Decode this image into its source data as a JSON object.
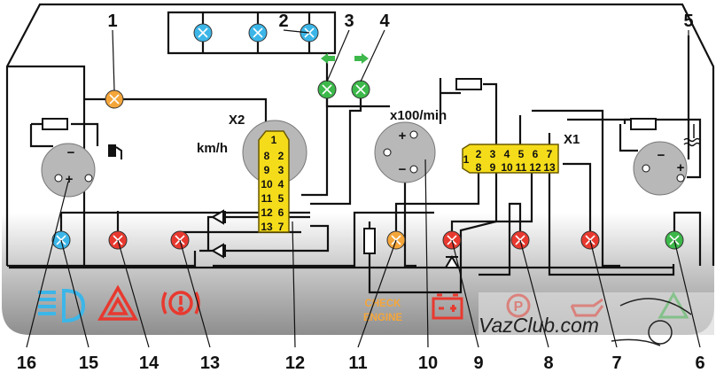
{
  "title": "Instrument cluster wiring diagram",
  "labels": {
    "connector_x2": "X2",
    "connector_x1": "X1",
    "speedometer_unit": "km/h",
    "tachometer_unit": "x100/min",
    "check_engine_line1": "CHECK",
    "check_engine_line2": "ENGINE",
    "watermark": "VazClub.com",
    "plus": "+",
    "minus": "−"
  },
  "x2_pins": [
    "1",
    "8",
    "2",
    "9",
    "3",
    "10",
    "4",
    "11",
    "5",
    "12",
    "6",
    "13",
    "7"
  ],
  "x1_pins": [
    "1",
    "2",
    "3",
    "4",
    "5",
    "6",
    "7",
    "8",
    "9",
    "10",
    "11",
    "12",
    "13"
  ],
  "callouts_top": [
    "1",
    "2",
    "3",
    "4",
    "5"
  ],
  "callouts_bottom": [
    "16",
    "15",
    "14",
    "13",
    "12",
    "11",
    "10",
    "9",
    "8",
    "7",
    "6"
  ],
  "colors": {
    "blue": "#3cb6e8",
    "orange": "#f5a63a",
    "green": "#3db84a",
    "red": "#e8392f",
    "connector": "#f5dc1a",
    "gauge": "#b8b8b8"
  }
}
